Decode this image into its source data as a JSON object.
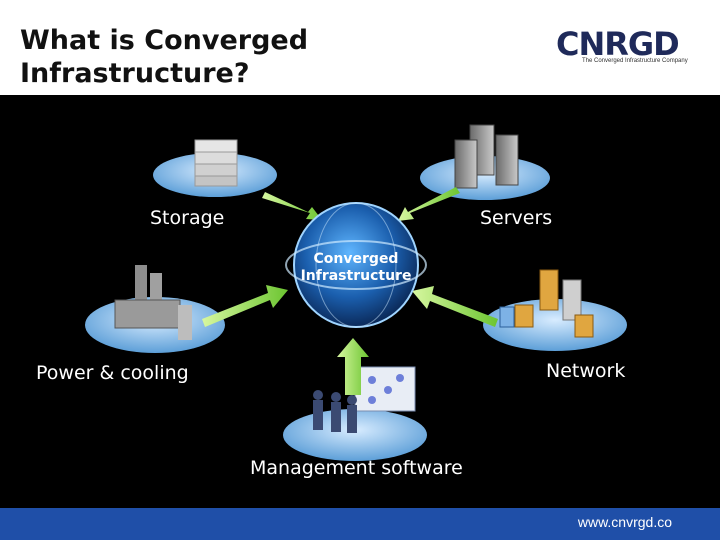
{
  "slide": {
    "title": "What is Converged Infrastructure?"
  },
  "logo": {
    "mark": "CNRGD",
    "tagline": "The Converged Infrastructure Company"
  },
  "diagram": {
    "center_label_line1": "Converged",
    "center_label_line2": "Infrastructure",
    "nodes": {
      "storage": "Storage",
      "servers": "Servers",
      "power": "Power & cooling",
      "network": "Network",
      "management": "Management software"
    }
  },
  "footer": {
    "url": "www.cnvrgd.co"
  },
  "colors": {
    "footer": "#1f4fa8",
    "arrow": "#8fd14f",
    "platform": "#9cc8f0",
    "globe": "#1a6fc4"
  }
}
